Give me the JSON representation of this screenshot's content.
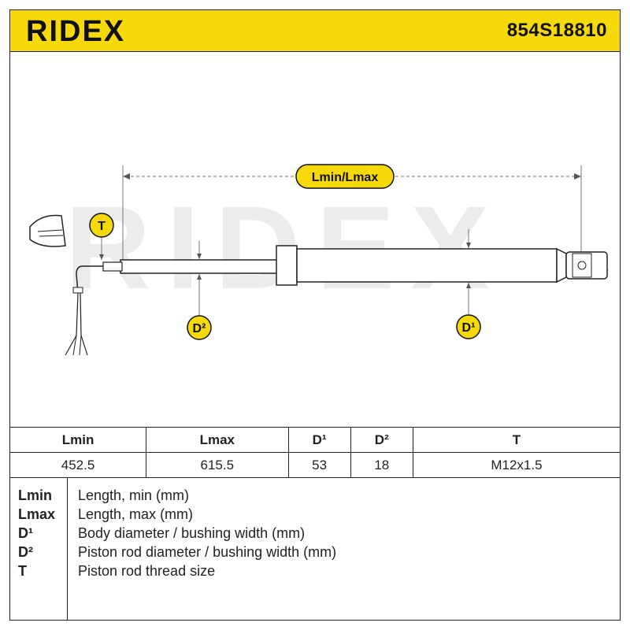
{
  "header": {
    "brand": "RIDEX",
    "part_number": "854S18810"
  },
  "drawing": {
    "dimension_label": "Lmin/Lmax",
    "callouts": {
      "t": "T",
      "d2": "D²",
      "d1": "D¹"
    },
    "watermark": "RIDEX"
  },
  "spec_table": {
    "headers": [
      "Lmin",
      "Lmax",
      "D¹",
      "D²",
      "T"
    ],
    "values": [
      "452.5",
      "615.5",
      "53",
      "18",
      "M12x1.5"
    ]
  },
  "legend": [
    {
      "code": "Lmin",
      "desc": "Length, min (mm)"
    },
    {
      "code": "Lmax",
      "desc": "Length, max (mm)"
    },
    {
      "code": "D¹",
      "desc": "Body diameter / bushing width (mm)"
    },
    {
      "code": "D²",
      "desc": "Piston rod diameter / bushing width (mm)"
    },
    {
      "code": "T",
      "desc": "Piston rod thread size"
    }
  ],
  "colors": {
    "accent": "#f5d90a",
    "line": "#222222"
  }
}
